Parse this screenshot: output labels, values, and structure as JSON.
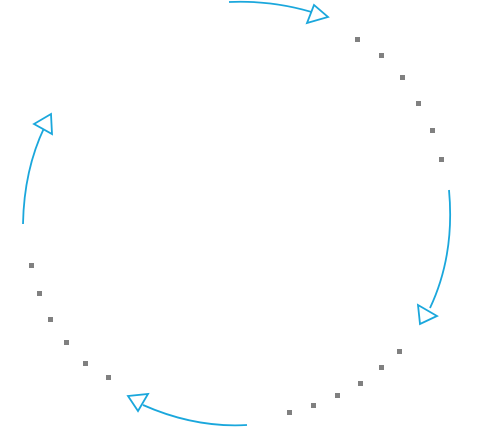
{
  "diagram": {
    "type": "cycle",
    "arrow_count": 4,
    "dotted_gap_count": 4,
    "arrow_color": "#1aa7dc",
    "dot_color": "#808080",
    "arrowhead_style": "open-triangle"
  }
}
